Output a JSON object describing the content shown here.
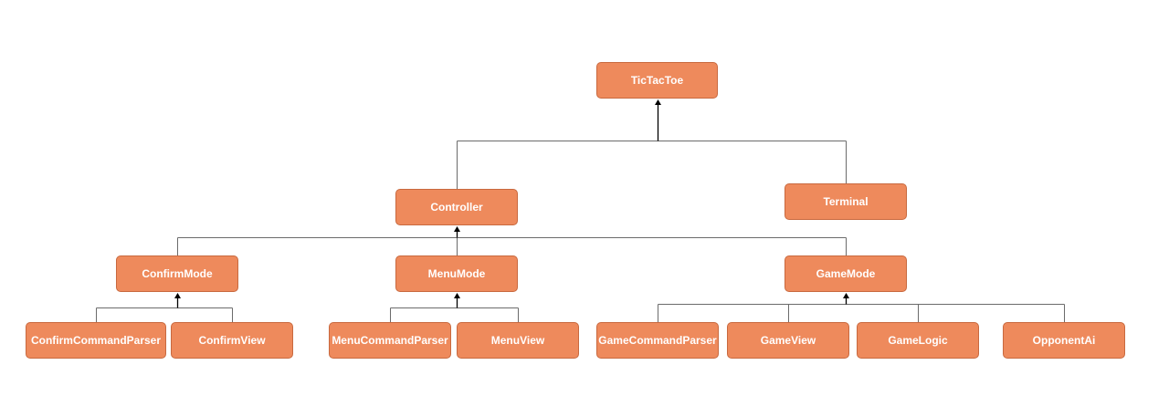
{
  "colors": {
    "node_fill": "#ee8a5c",
    "node_border": "#c8693f",
    "node_text": "#ffffff",
    "edge": "#6b6b6b"
  },
  "nodes": {
    "tictactoe": "TicTacToe",
    "controller": "Controller",
    "terminal": "Terminal",
    "confirm_mode": "ConfirmMode",
    "menu_mode": "MenuMode",
    "game_mode": "GameMode",
    "confirm_command_parser": "ConfirmCommandParser",
    "confirm_view": "ConfirmView",
    "menu_command_parser": "MenuCommandParser",
    "menu_view": "MenuView",
    "game_command_parser": "GameCommandParser",
    "game_view": "GameView",
    "game_logic": "GameLogic",
    "opponent_ai": "OpponentAi"
  },
  "edges": [
    {
      "parent": "tictactoe",
      "children": [
        "controller",
        "terminal"
      ]
    },
    {
      "parent": "controller",
      "children": [
        "confirm_mode",
        "menu_mode",
        "game_mode"
      ]
    },
    {
      "parent": "confirm_mode",
      "children": [
        "confirm_command_parser",
        "confirm_view"
      ]
    },
    {
      "parent": "menu_mode",
      "children": [
        "menu_command_parser",
        "menu_view"
      ]
    },
    {
      "parent": "game_mode",
      "children": [
        "game_command_parser",
        "game_view",
        "game_logic",
        "opponent_ai"
      ]
    }
  ]
}
